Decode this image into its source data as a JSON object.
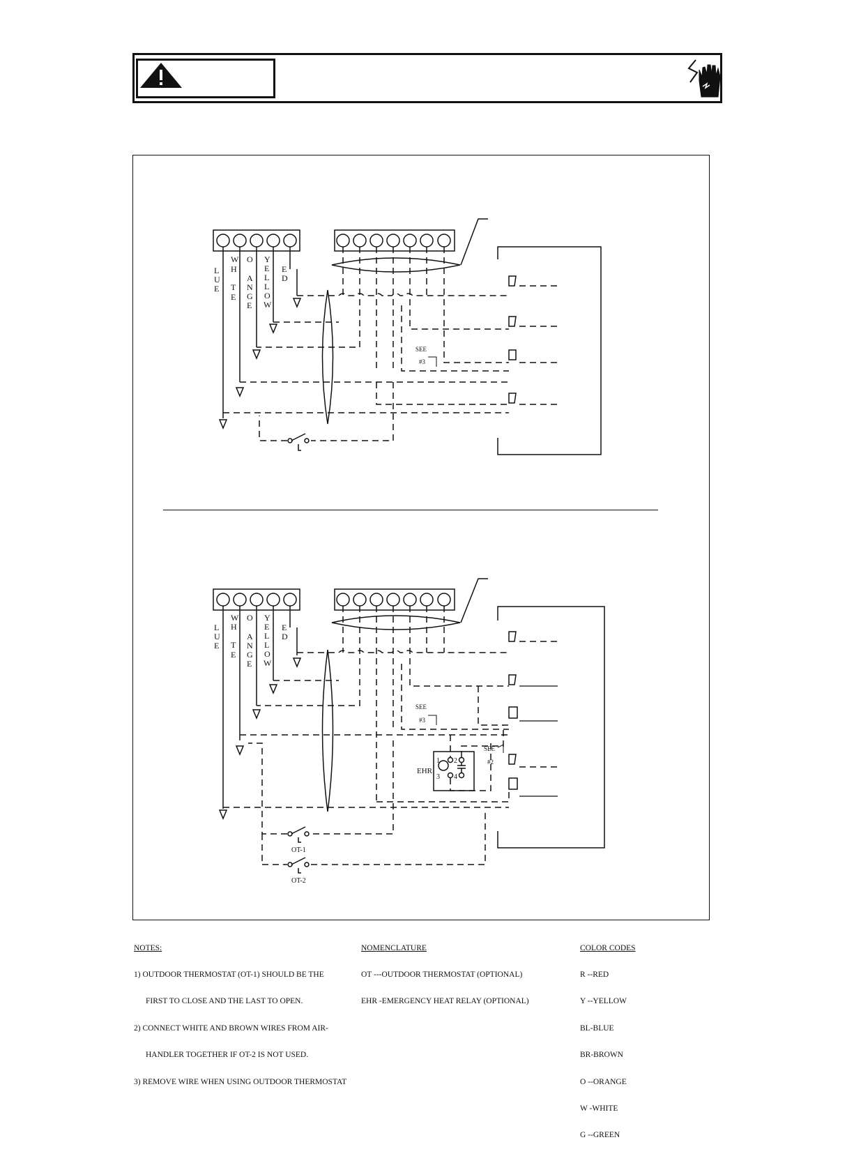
{
  "diagram1": {
    "wire_letters": {
      "blue": [
        "L",
        "U",
        "E"
      ],
      "white": [
        "W",
        "H",
        "",
        "T",
        "E"
      ],
      "orange": [
        "O",
        "",
        "A",
        "N",
        "G",
        "E"
      ],
      "yellow": [
        "Y",
        "E",
        "L",
        "L",
        "O",
        "W"
      ],
      "red": [
        "E",
        "D"
      ]
    },
    "see_label": "SEE",
    "see_ref": "#3"
  },
  "diagram2": {
    "wire_letters": {
      "blue": [
        "L",
        "U",
        "E"
      ],
      "white": [
        "W",
        "H",
        "",
        "T",
        "E"
      ],
      "orange": [
        "O",
        "",
        "A",
        "N",
        "G",
        "E"
      ],
      "yellow": [
        "Y",
        "E",
        "L",
        "L",
        "O",
        "W"
      ],
      "red": [
        "E",
        "D"
      ]
    },
    "see_label_1": "SEE",
    "see_ref_1": "#3",
    "see_label_2": "SEE",
    "see_ref_2": "#2",
    "relay_label": "EHR",
    "relay_terminals": [
      "1",
      "2",
      "3",
      "4"
    ],
    "ot1_label": "OT-1",
    "ot2_label": "OT-2"
  },
  "notes": {
    "heading": "NOTES:",
    "lines": [
      {
        "text": "1) OUTDOOR THERMOSTAT (OT-1) SHOULD BE THE",
        "indent": false
      },
      {
        "text": "FIRST TO CLOSE AND THE LAST TO OPEN.",
        "indent": true
      },
      {
        "text": "2) CONNECT WHITE AND BROWN WIRES FROM AIR-",
        "indent": false
      },
      {
        "text": "HANDLER TOGETHER IF OT-2 IS NOT USED.",
        "indent": true
      },
      {
        "text": "3) REMOVE WIRE WHEN USING OUTDOOR THERMOSTAT",
        "indent": false
      }
    ]
  },
  "nomenclature": {
    "heading": "NOMENCLATURE",
    "lines": [
      "OT ---OUTDOOR THERMOSTAT (OPTIONAL)",
      "EHR -EMERGENCY HEAT RELAY (OPTIONAL)"
    ]
  },
  "color_codes": {
    "heading": "COLOR CODES",
    "lines": [
      "R --RED",
      "Y --YELLOW",
      "BL-BLUE",
      "BR-BROWN",
      "O --ORANGE",
      "W -WHITE",
      "G --GREEN"
    ]
  }
}
